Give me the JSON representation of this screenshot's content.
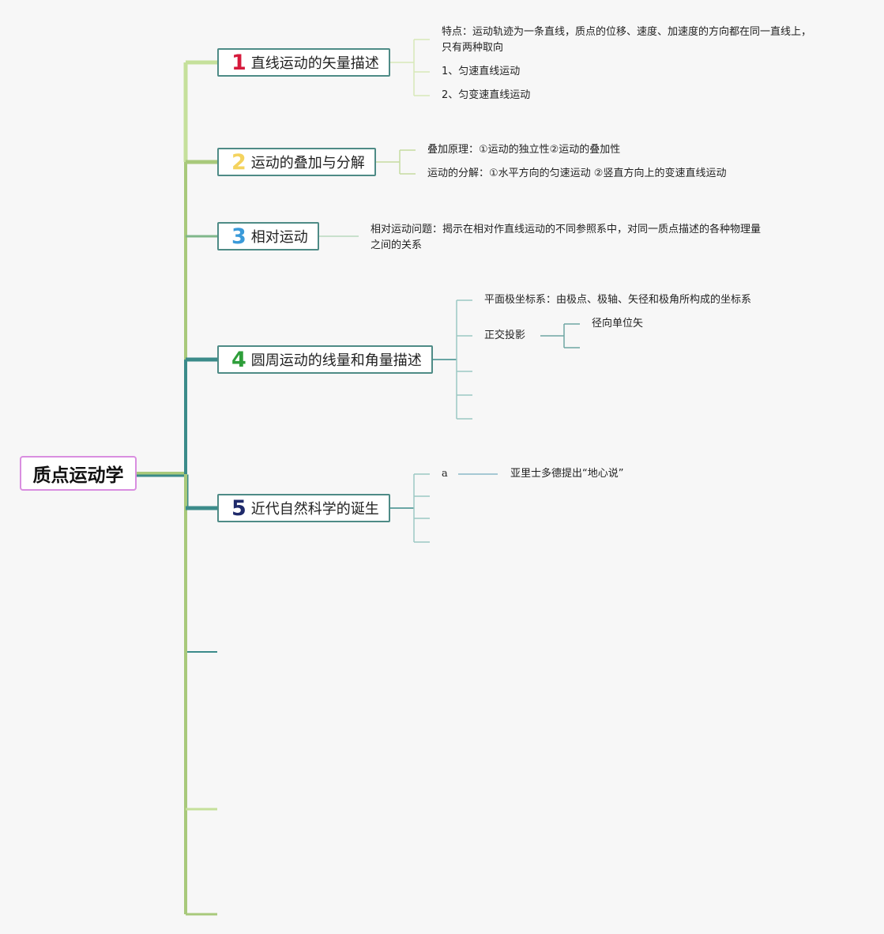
{
  "root": {
    "label": "质点运动学"
  },
  "colors": {
    "root_border": "#d98ee0",
    "topic_border": "#4e8b86",
    "trunk_light": "#c5e09b",
    "trunk_mid": "#a8c97b",
    "trunk_teal": "#3b8b8a",
    "num1": "#d61a3c",
    "num2": "#f4d35e",
    "num3": "#3a9ad9",
    "num4": "#2e9e3a",
    "num5": "#1f2a6b"
  },
  "topics": [
    {
      "num": "1",
      "label": "直线运动的矢量描述",
      "children": [
        "特点：运动轨迹为一条直线，质点的位移、速度、加速度的方向都在同一直线上，只有两种取向",
        "1、匀速直线运动",
        "2、匀变速直线运动"
      ]
    },
    {
      "num": "2",
      "label": "运动的叠加与分解",
      "children": [
        "叠加原理：①运动的独立性②运动的叠加性",
        "运动的分解：①水平方向的匀速运动 ②竖直方向上的变速直线运动"
      ]
    },
    {
      "num": "3",
      "label": "相对运动",
      "children": [
        "相对运动问题：揭示在相对作直线运动的不同参照系中，对同一质点描述的各种物理量之间的关系"
      ]
    },
    {
      "num": "4",
      "label": "圆周运动的线量和角量描述",
      "children": [
        "平面极坐标系：由极点、极轴、矢径和极角所构成的坐标系",
        "正交投影"
      ],
      "grandchildren": [
        "径向单位矢"
      ]
    },
    {
      "num": "5",
      "label": "近代自然科学的诞生",
      "children": [
        "a"
      ],
      "grandchildren": [
        "亚里士多德提出“地心说”"
      ]
    }
  ]
}
